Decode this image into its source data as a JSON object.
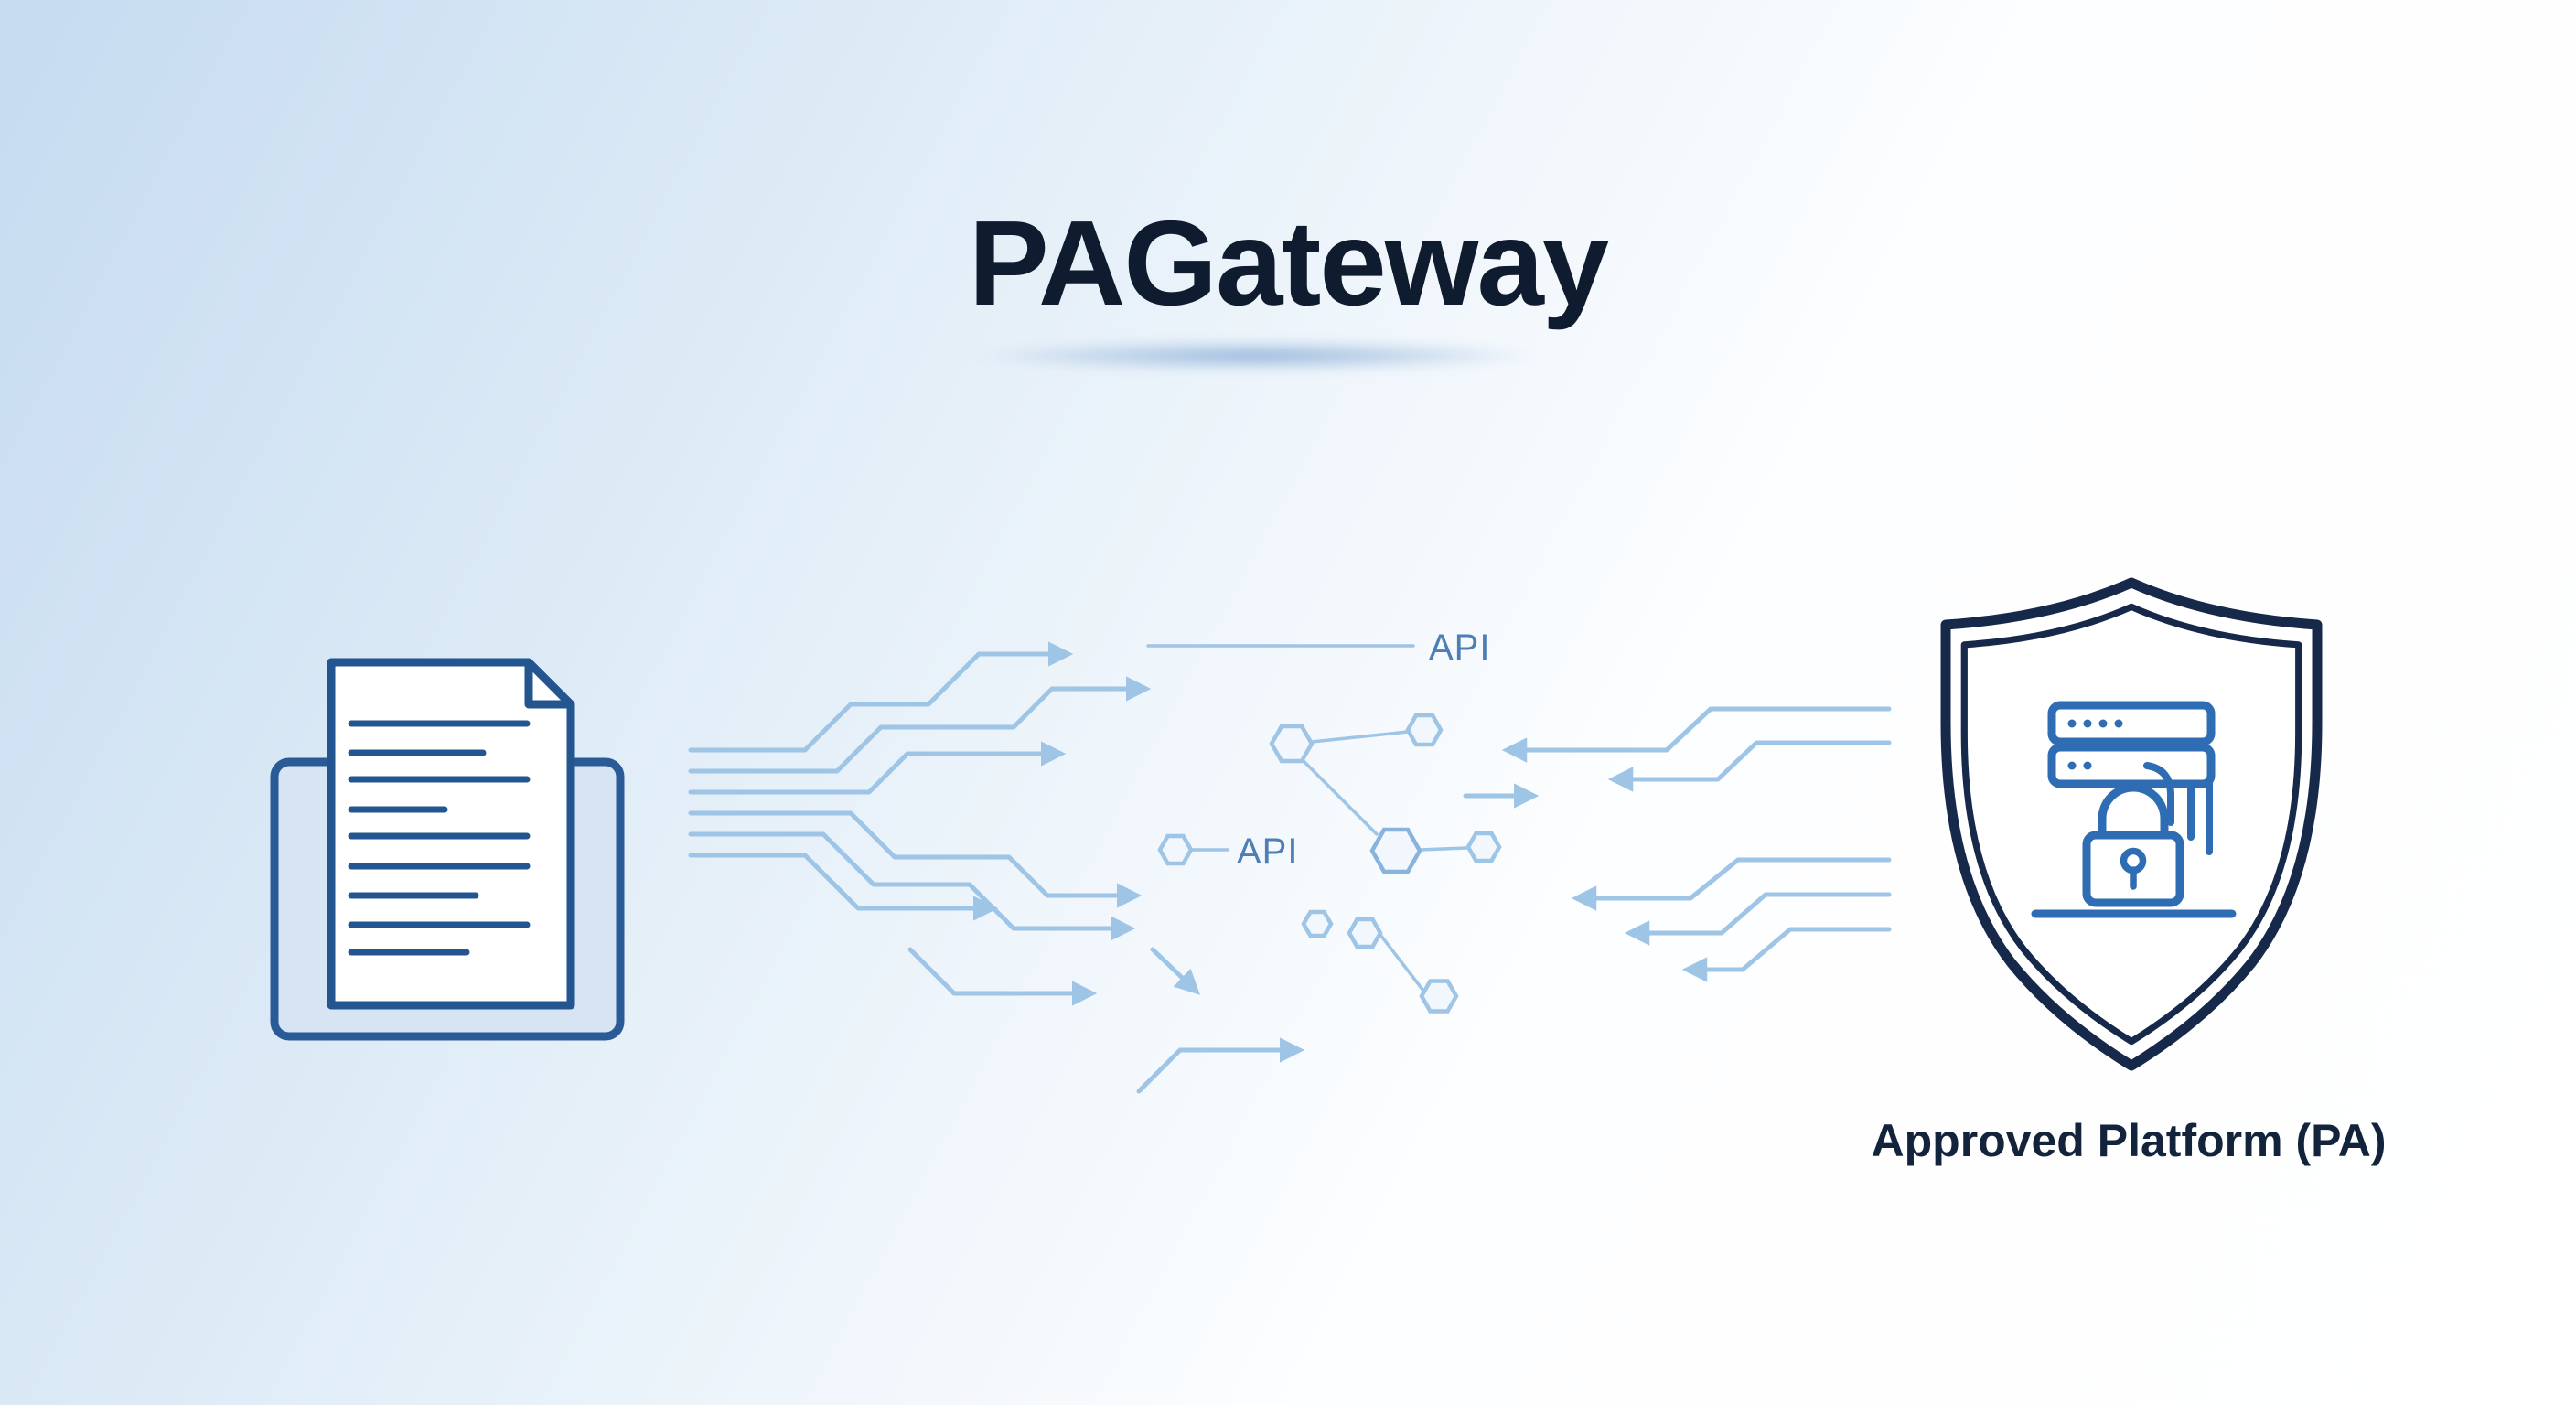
{
  "title": "PAGateway",
  "flow": {
    "api_label_top": "API",
    "api_label_mid": "API"
  },
  "platform": {
    "caption": "Approved Platform (PA)"
  },
  "icons": {
    "left": "document-tray-icon",
    "middle": "circuit-flow-graphic",
    "right": "shield-server-lock-icon"
  },
  "colors": {
    "background_top_left": "#c5dbf0",
    "background_base": "#ffffff",
    "title_text": "#0f1c30",
    "caption_text": "#14233c",
    "shield_outline_navy": "#16294a",
    "document_outline_blue": "#235690",
    "tray_fill": "#d6e4f3",
    "server_lock_blue": "#2e6db4",
    "circuit_line_blue": "#9ec4e6",
    "api_label_blue": "#4d7fb5"
  }
}
